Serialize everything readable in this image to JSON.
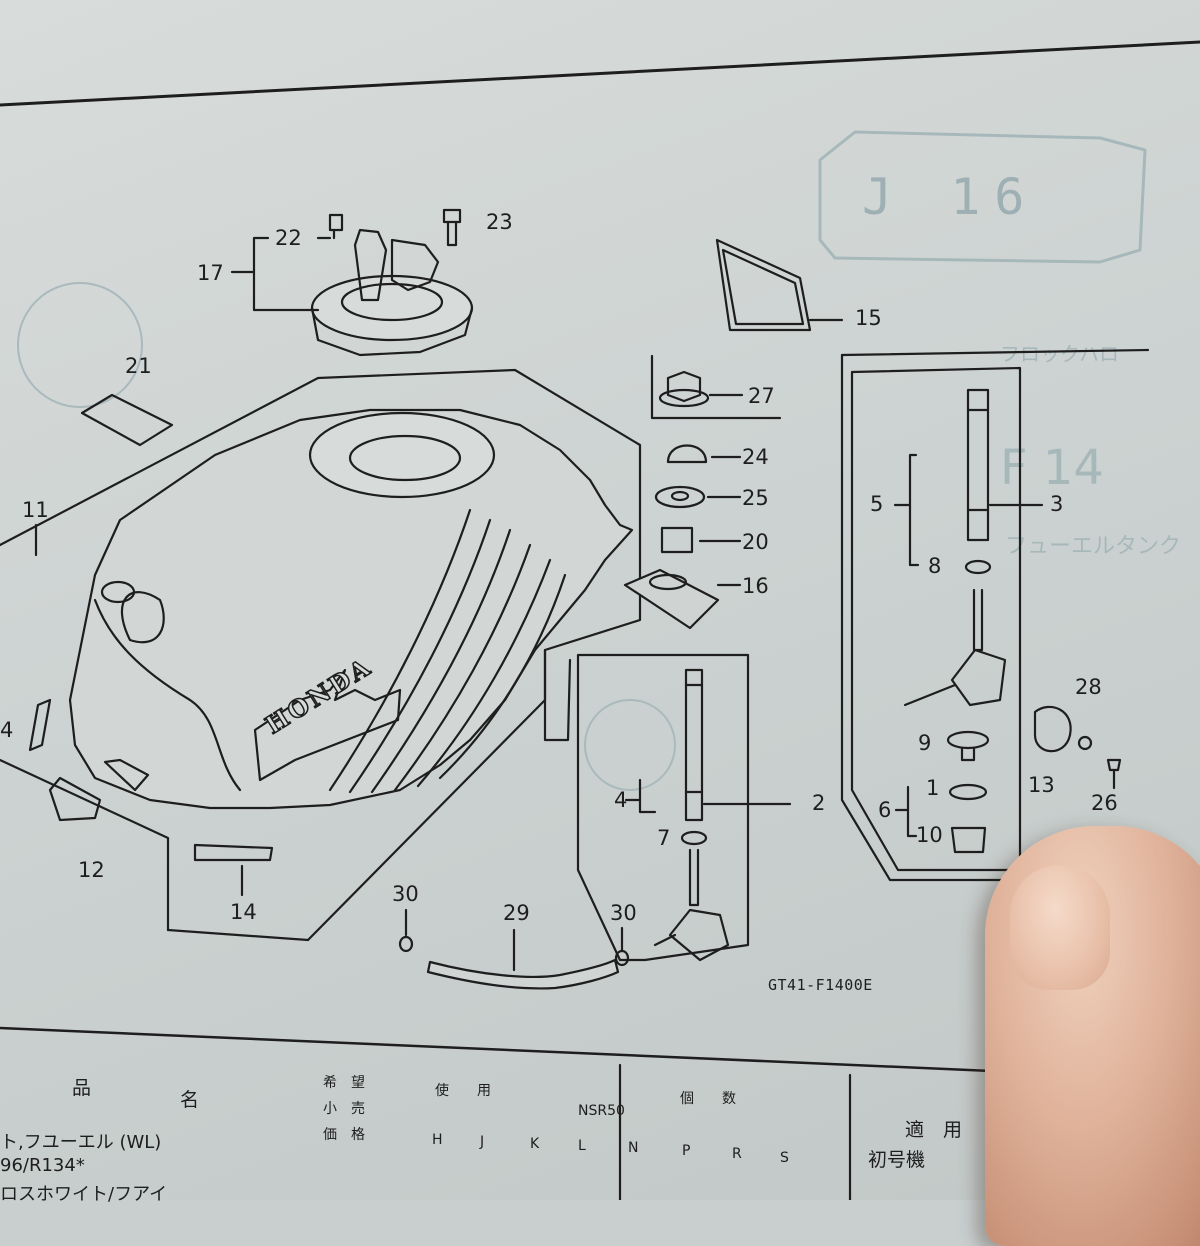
{
  "stamp": {
    "text": "J 16"
  },
  "ghost_text": {
    "f14": "F 14",
    "fuel_kana": "フューエルタンク",
    "top_kana": "フロックハロ"
  },
  "callouts": {
    "n1": "1",
    "n2": "2",
    "n3": "3",
    "n4a": "4",
    "n4b": "4",
    "n5": "5",
    "n6": "6",
    "n7": "7",
    "n8": "8",
    "n9": "9",
    "n10": "10",
    "n11": "11",
    "n12": "12",
    "n13": "13",
    "n14": "14",
    "n15": "15",
    "n16": "16",
    "n17": "17",
    "n20": "20",
    "n21": "21",
    "n22": "22",
    "n23": "23",
    "n24": "24",
    "n25": "25",
    "n26": "26",
    "n27": "27",
    "n28": "28",
    "n29": "29",
    "n30a": "30",
    "n30b": "30"
  },
  "brand": {
    "logo_text": "HONDA"
  },
  "figure_code": "GT41-F1400E",
  "table": {
    "header_name_1": "品",
    "header_name_2": "名",
    "header_kibo": "希　望",
    "header_kouri": "小　売",
    "header_kakaku": "価　格",
    "header_shiyo": "使　　用",
    "header_model": "NSR50",
    "header_kosu": "個　　数",
    "header_tekiyo": "適　用",
    "header_shogoki": "初号機",
    "cols": [
      "H",
      "J",
      "K",
      "L",
      "N",
      "P",
      "R",
      "S"
    ],
    "row1": "ト,フユーエル (WL)",
    "row2": "96/R134*",
    "row3": "ロスホワイト/フアイ"
  }
}
